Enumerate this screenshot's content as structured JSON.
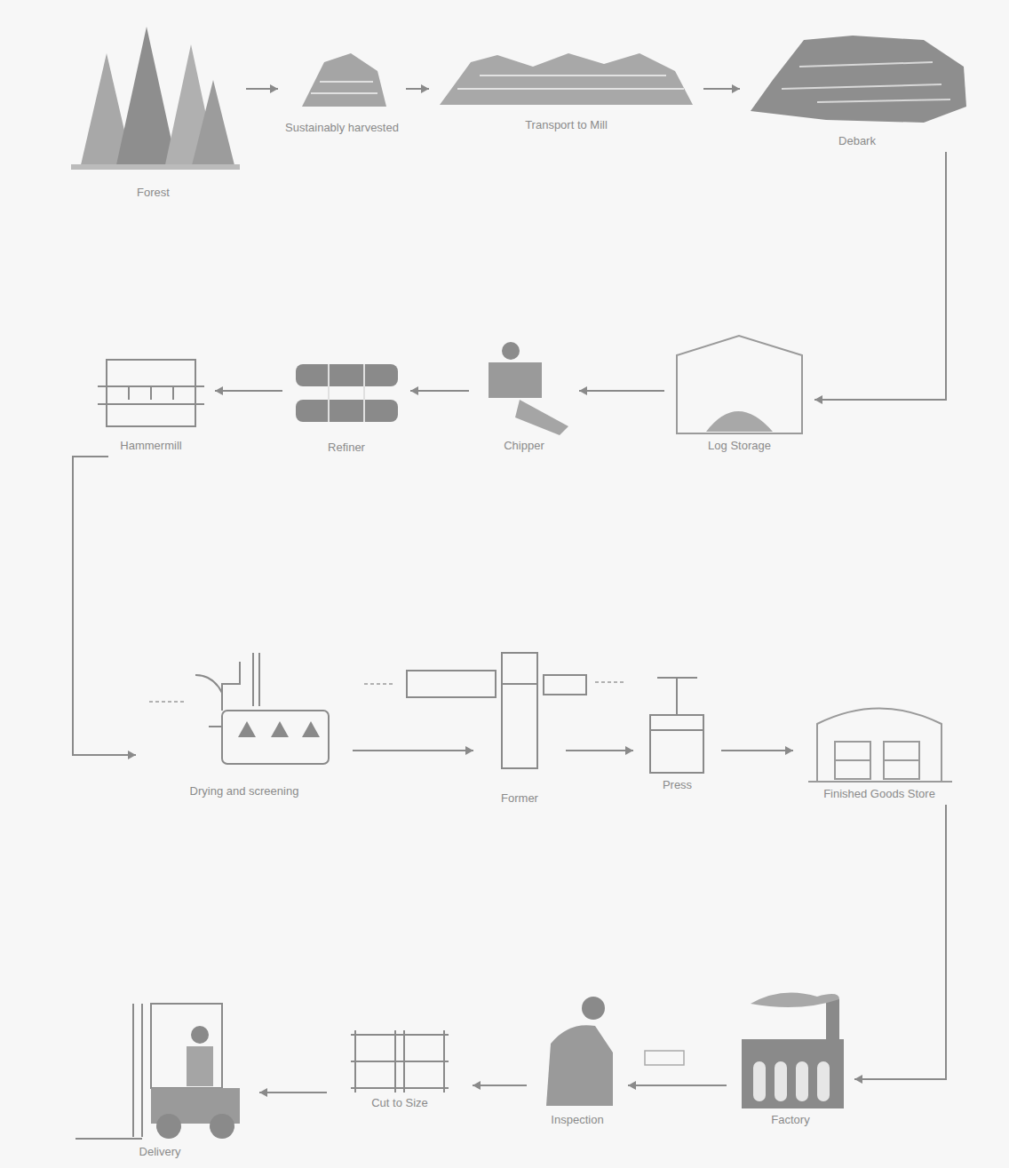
{
  "diagram": {
    "nodes": [
      {
        "text": [
          "Forest"
        ]
      },
      {
        "text": [
          "Sustainably harvested"
        ]
      },
      {
        "text": [
          "Transport to Mill"
        ]
      },
      {
        "text": [
          "Debark"
        ]
      },
      {
        "text": [
          "Log Storage"
        ]
      },
      {
        "text": [
          "Chipper"
        ]
      },
      {
        "text": [
          "Refiner"
        ]
      },
      {
        "text": [
          "Hammermill"
        ]
      },
      {
        "text": [
          "Drying and screening"
        ]
      },
      {
        "text": [
          "Former"
        ]
      },
      {
        "text": [
          "Press"
        ]
      },
      {
        "text": [
          "Finished Goods Store"
        ]
      },
      {
        "text": [
          "Factory"
        ]
      },
      {
        "text": [
          "Inspection"
        ]
      },
      {
        "text": [
          "Cut to Size"
        ]
      },
      {
        "text": [
          "Delivery"
        ]
      }
    ],
    "edges": [
      {
        "from": 0,
        "to": 1,
        "arrow": "to"
      },
      {
        "from": 1,
        "to": 2,
        "arrow": "to"
      },
      {
        "from": 2,
        "to": 3,
        "arrow": "to"
      },
      {
        "from": 3,
        "to": 4,
        "arrow": "to"
      },
      {
        "from": 4,
        "to": 5,
        "arrow": "to"
      },
      {
        "from": 5,
        "to": 6,
        "arrow": "to"
      },
      {
        "from": 6,
        "to": 7,
        "arrow": "to"
      },
      {
        "from": 7,
        "to": 8,
        "arrow": "to"
      },
      {
        "from": 8,
        "to": 9,
        "arrow": "to"
      },
      {
        "from": 9,
        "to": 10,
        "arrow": "to"
      },
      {
        "from": 10,
        "to": 11,
        "arrow": "to"
      },
      {
        "from": 11,
        "to": 12,
        "arrow": "to"
      },
      {
        "from": 12,
        "to": 13,
        "arrow": "to"
      },
      {
        "from": 13,
        "to": 14,
        "arrow": "to"
      },
      {
        "from": 14,
        "to": 15,
        "arrow": "to"
      }
    ]
  }
}
